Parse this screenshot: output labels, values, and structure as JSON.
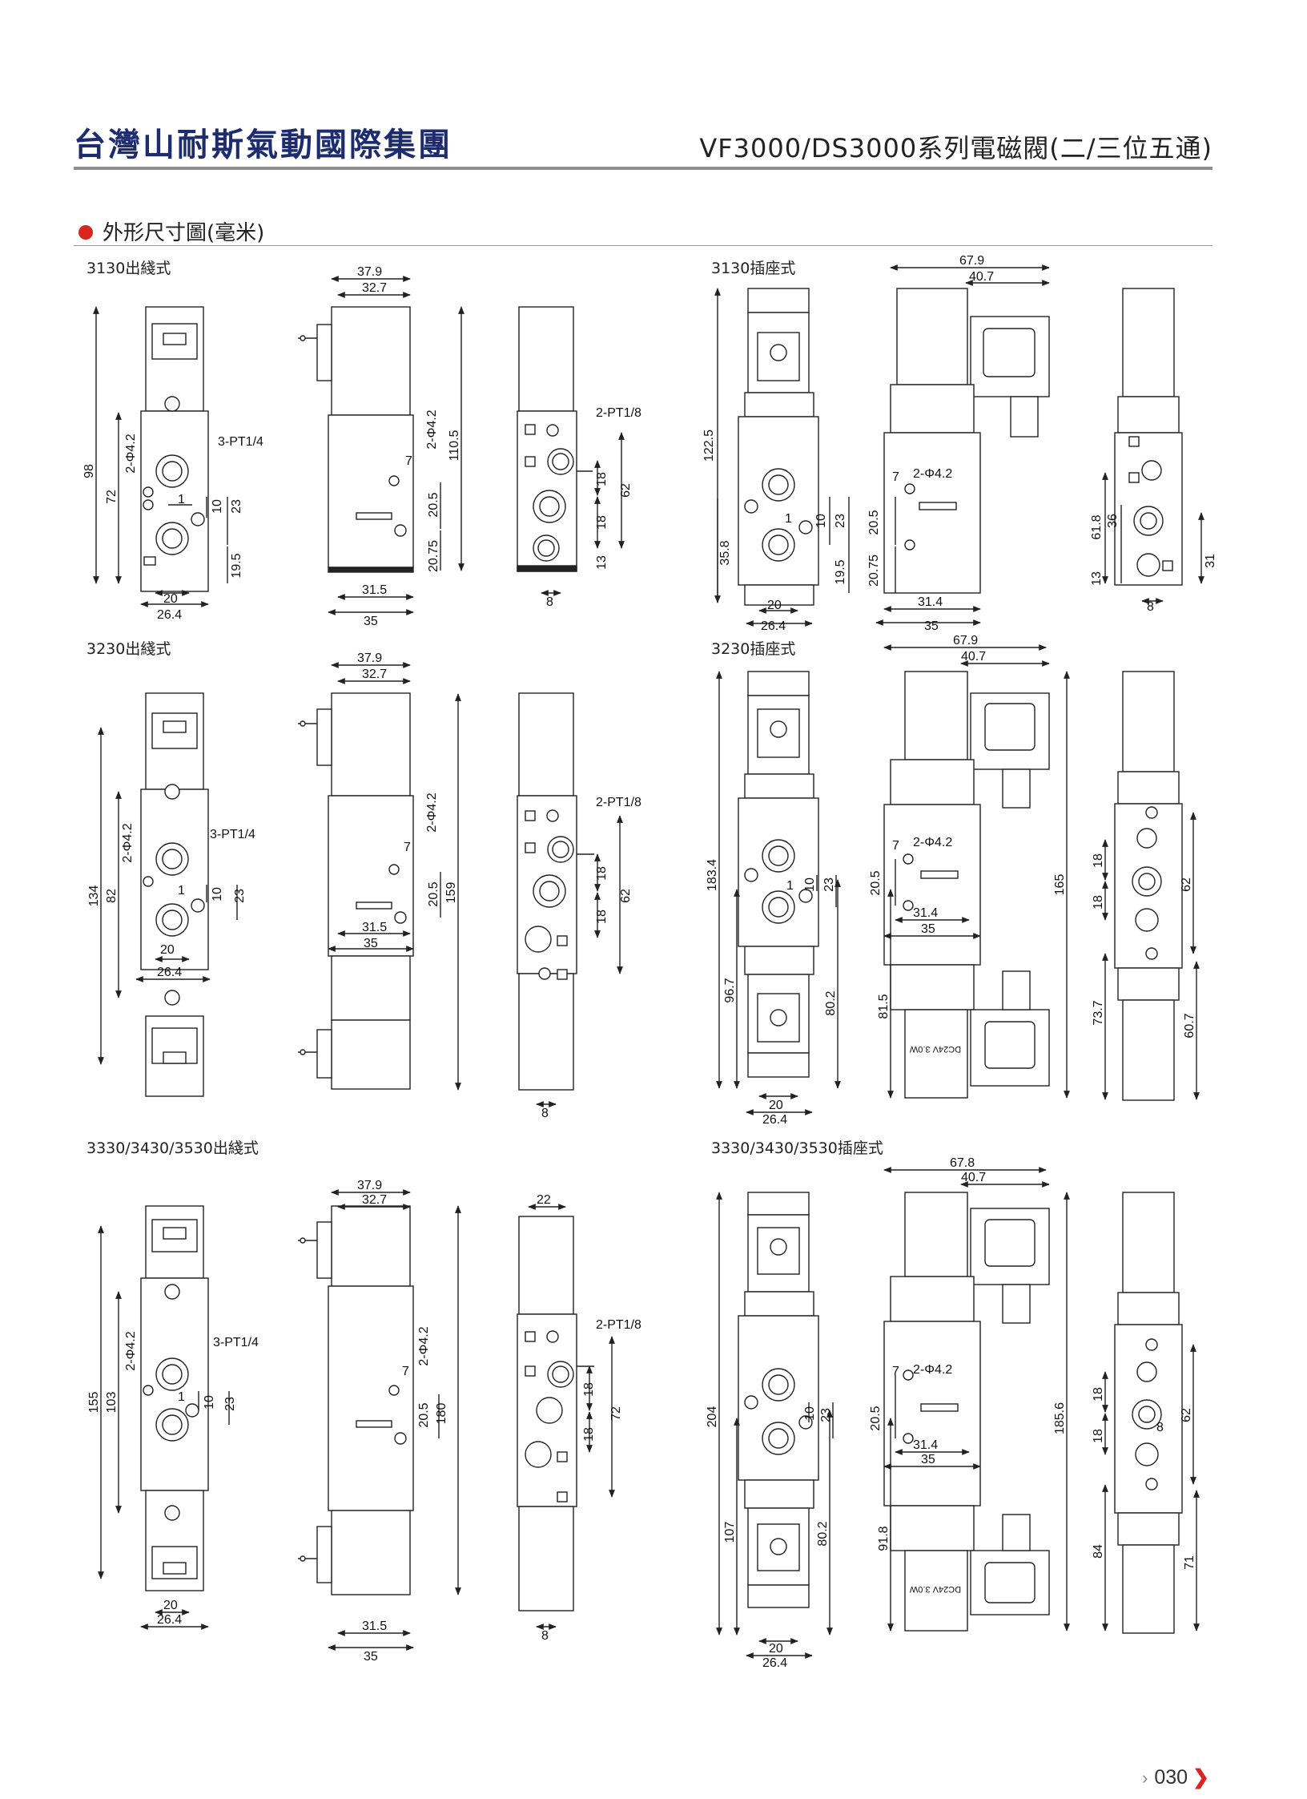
{
  "header": {
    "brand": "台灣山耐斯氣動國際集團",
    "title": "VF3000/DS3000系列電磁閥(二/三位五通)"
  },
  "section": {
    "heading": "外形尺寸圖(毫米)"
  },
  "captions": {
    "c1": "3130出綫式",
    "c2": "3130插座式",
    "c3": "3230出綫式",
    "c4": "3230插座式",
    "c5": "3330/3430/3530出綫式",
    "c6": "3330/3430/3530插座式"
  },
  "drawings": {
    "a_front": [
      "98",
      "72",
      "2-Φ4.2",
      "3-PT1/4",
      "1",
      "10",
      "23",
      "19.5",
      "20",
      "26.4"
    ],
    "a_side": [
      "37.9",
      "32.7",
      "2-Φ4.2",
      "7",
      "110.5",
      "20.5",
      "20.75",
      "31.5",
      "35"
    ],
    "a_back": [
      "2-PT1/8",
      "18",
      "18",
      "62",
      "13",
      "8"
    ],
    "b_front": [
      "122.5",
      "35.8",
      "1",
      "10",
      "23",
      "19.5",
      "20",
      "26.4"
    ],
    "b_side": [
      "67.9",
      "40.7",
      "7",
      "2-Φ4.2",
      "20.5",
      "20.75",
      "31.4",
      "35"
    ],
    "b_back": [
      "61.8",
      "36",
      "13",
      "31",
      "8"
    ],
    "c_front": [
      "134",
      "82",
      "2-Φ4.2",
      "3-PT1/4",
      "1",
      "10",
      "23",
      "20",
      "26.4"
    ],
    "c_side": [
      "37.9",
      "32.7",
      "2-Φ4.2",
      "7",
      "20.5",
      "31.5",
      "35",
      "159"
    ],
    "c_back": [
      "2-PT1/8",
      "18",
      "18",
      "62",
      "8"
    ],
    "d_front": [
      "183.4",
      "96.7",
      "1",
      "10",
      "23",
      "80.2",
      "20",
      "26.4"
    ],
    "d_side": [
      "67.9",
      "40.7",
      "7",
      "2-Φ4.2",
      "20.5",
      "31.4",
      "35",
      "165",
      "81.5",
      "DC24V 3.0W"
    ],
    "d_back": [
      "18",
      "18",
      "62",
      "73.7",
      "60.7"
    ],
    "e_front": [
      "155",
      "103",
      "2-Φ4.2",
      "3-PT1/4",
      "1",
      "10",
      "23",
      "20",
      "26.4"
    ],
    "e_side": [
      "37.9",
      "32.7",
      "2-Φ4.2",
      "7",
      "20.5",
      "180",
      "31.5",
      "35"
    ],
    "e_back": [
      "22",
      "2-PT1/8",
      "18",
      "18",
      "72",
      "8"
    ],
    "f_front": [
      "204",
      "107",
      "10",
      "23",
      "80.2",
      "20",
      "26.4"
    ],
    "f_side": [
      "67.8",
      "40.7",
      "7",
      "2-Φ4.2",
      "20.5",
      "31.4",
      "35",
      "185.6",
      "91.8",
      "DC24V 3.0W"
    ],
    "f_back": [
      "18",
      "18",
      "8",
      "62",
      "84",
      "71"
    ]
  },
  "page": {
    "number": "030"
  }
}
